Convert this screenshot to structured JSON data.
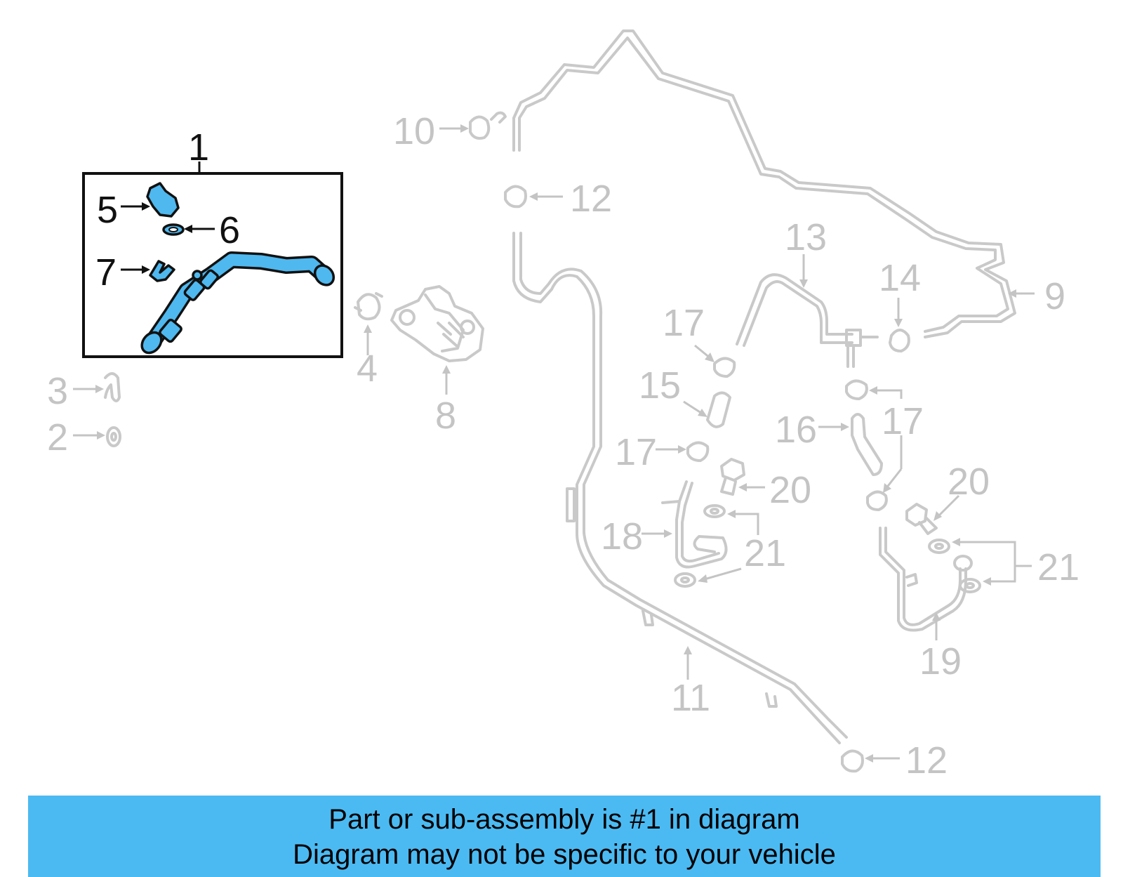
{
  "diagram": {
    "highlight_color": "#4fb8ef",
    "ghost_color": "#c9c9c9",
    "callouts": {
      "c1": "1",
      "c2": "2",
      "c3": "3",
      "c4": "4",
      "c5": "5",
      "c6": "6",
      "c7": "7",
      "c8": "8",
      "c9": "9",
      "c10": "10",
      "c11": "11",
      "c12a": "12",
      "c12b": "12",
      "c13": "13",
      "c14": "14",
      "c15": "15",
      "c16": "16",
      "c17a": "17",
      "c17b": "17",
      "c17c": "17",
      "c18": "18",
      "c19": "19",
      "c20a": "20",
      "c20b": "20",
      "c21a": "21",
      "c21b": "21"
    }
  },
  "banner": {
    "color": "#4cbaf2",
    "line1": "Part or sub-assembly is #1 in diagram",
    "line2": "Diagram may not be specific to your vehicle"
  }
}
